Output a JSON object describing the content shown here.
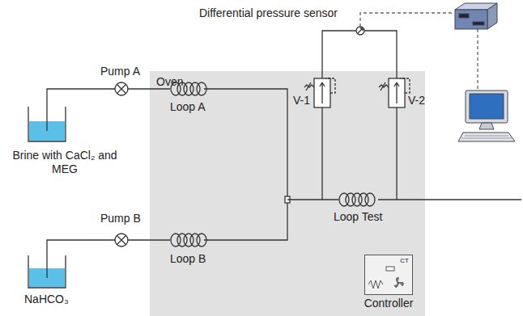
{
  "diagram": {
    "nodes": [
      {
        "text": [
          "Oven"
        ]
      },
      {
        "text": [
          "CT",
          "Controller"
        ],
        "in": 0
      }
    ],
    "labels": [
      "Differential pressure sensor",
      "V-1",
      "V-2",
      "Pump A",
      "Loop A",
      "Brine with CaCl₂ and MEG",
      "Pump B",
      "Loop B",
      "Loop Test",
      "NaHCO₃"
    ]
  }
}
